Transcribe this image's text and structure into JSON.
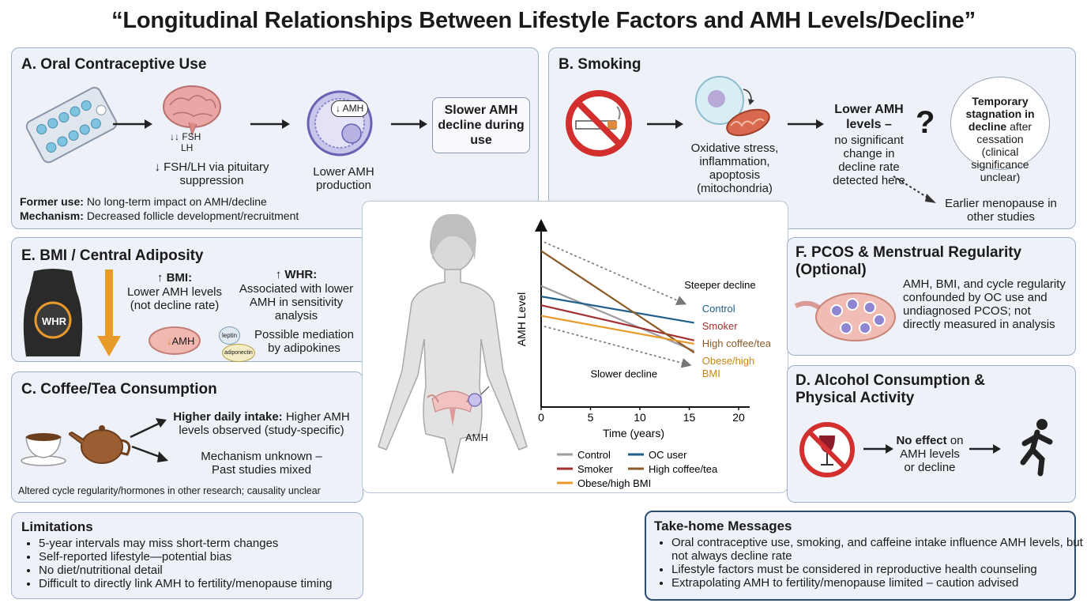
{
  "title": "“Longitudinal Relationships Between Lifestyle Factors and AMH Levels/Decline”",
  "panel_a": {
    "title": "A. Oral Contraceptive Use",
    "fsh": "FSH",
    "lh": "LH",
    "fsh_lh_text": "↓ FSH/LH via pituitary suppression",
    "amh_bubble": "AMH",
    "lower_amh": "Lower AMH production",
    "slower_box": "Slower AMH decline during use",
    "former_label": "Former use:",
    "former_text": "No long-term impact on AMH/decline",
    "mechanism_label": "Mechanism:",
    "mechanism_text": "Decreased follicle development/recruitment"
  },
  "panel_b": {
    "title": "B. Smoking",
    "oxidative": "Oxidative stress, inflammation, apoptosis (mitochondria)",
    "lower_amh_title": "Lower AMH levels –",
    "lower_amh_text": "no significant change in decline rate detected here",
    "question": "?",
    "bubble_bold": "Temporary stagnation in decline",
    "bubble_text": "after cessation (clinical significance unclear)",
    "earlier_menopause": "Earlier menopause in other studies"
  },
  "panel_e": {
    "title": "E. BMI / Central Adiposity",
    "whr_label": "WHR",
    "bmi_title": "↑ BMI:",
    "bmi_text": "Lower AMH levels (not decline rate)",
    "whr_title": "↑ WHR:",
    "whr_text": "Associated with lower AMH in sensitivity analysis",
    "amh_label": "AMH",
    "leptin": "leptin",
    "adiponectin": "adiponectin",
    "mediation": "Possible mediation by adipokines"
  },
  "panel_c": {
    "title": "C. Coffee/Tea Consumption",
    "higher_bold": "Higher daily intake:",
    "higher_text": "Higher AMH levels observed (study-specific)",
    "mechanism": "Mechanism unknown – Past studies mixed",
    "altered": "Altered cycle regularity/hormones in other research; causality unclear"
  },
  "panel_f": {
    "title": "F. PCOS & Menstrual Regularity (Optional)",
    "text": "AMH, BMI, and cycle regularity confounded by OC use and undiagnosed PCOS; not directly measured in analysis"
  },
  "panel_d": {
    "title": "D. Alcohol Consumption & Physical Activity",
    "no_effect_bold": "No effect",
    "no_effect_text": "on AMH levels or decline"
  },
  "limitations": {
    "title": "Limitations",
    "items": [
      "5-year intervals may miss short-term changes",
      "Self-reported lifestyle—potential bias",
      "No diet/nutritional detail",
      "Difficult to directly link AMH to fertility/menopause timing"
    ]
  },
  "takehome": {
    "title": "Take-home Messages",
    "items": [
      "Oral contraceptive use, smoking, and caffeine intake influence AMH levels, but not always decline rate",
      "Lifestyle factors must be considered in reproductive health counseling",
      "Extrapolating AMH to fertility/menopause limited – caution advised"
    ]
  },
  "center": {
    "amh_label": "AMH"
  },
  "chart_data": {
    "type": "line",
    "ylabel": "AMH Level",
    "xlabel": "Time (years)",
    "xticks": [
      0,
      5,
      10,
      15,
      20
    ],
    "xlim": [
      0,
      20
    ],
    "ylim": [
      0,
      10
    ],
    "annotations": [
      "Steeper decline",
      "Slower decline"
    ],
    "series": [
      {
        "name": "Control",
        "color": "#9e9e9e",
        "x": [
          0,
          15.5
        ],
        "y": [
          6.9,
          3.2
        ],
        "end_label": ""
      },
      {
        "name": "OC user",
        "color": "#1f5f8b",
        "x": [
          0,
          15.5
        ],
        "y": [
          6.3,
          4.8
        ],
        "end_label": "Control"
      },
      {
        "name": "Smoker",
        "color": "#a33030",
        "x": [
          0,
          15.5
        ],
        "y": [
          5.8,
          3.8
        ],
        "end_label": "Smoker"
      },
      {
        "name": "High coffee/tea",
        "color": "#8b5a2b",
        "x": [
          0,
          15.5
        ],
        "y": [
          8.9,
          3.1
        ],
        "end_label": "High coffee/tea"
      },
      {
        "name": "Obese/high BMI",
        "color": "#e59a2a",
        "x": [
          0,
          15.5
        ],
        "y": [
          5.2,
          3.6
        ],
        "end_label": "Obese/high BMI"
      }
    ],
    "end_label_colors": [
      "#1f5f8b",
      "#a33030",
      "#8b5a2b",
      "#c8860f"
    ],
    "legend": [
      "Control",
      "OC user",
      "Smoker",
      "High coffee/tea",
      "Obese/high BMI"
    ]
  }
}
